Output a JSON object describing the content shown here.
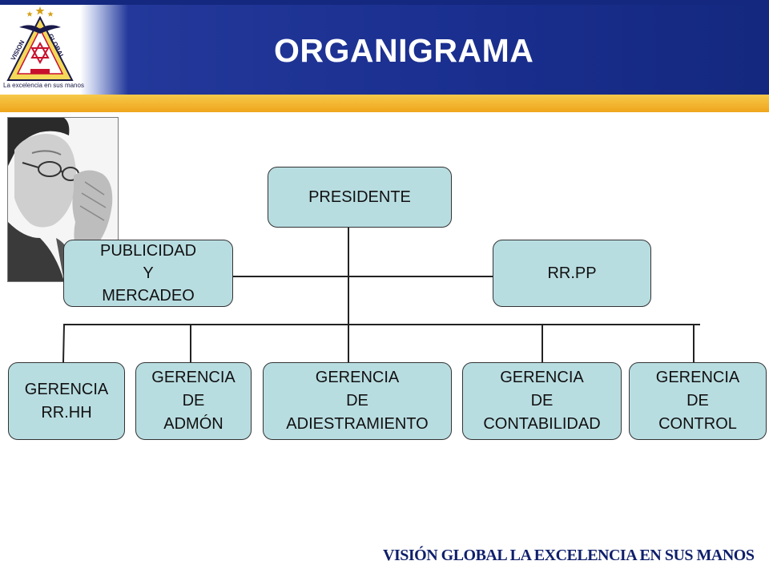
{
  "header": {
    "title": "ORGANIGRAMA"
  },
  "logo": {
    "word_left": "VISION",
    "word_right": "GLOBAL",
    "caption": "La excelencia en sus manos"
  },
  "org": {
    "president": "PRESIDENTE",
    "staff_left": [
      "PUBLICIDAD",
      "Y",
      "MERCADEO"
    ],
    "staff_right": [
      "RR.PP"
    ],
    "departments": [
      [
        "GERENCIA",
        "RR.HH"
      ],
      [
        "GERENCIA",
        "DE",
        "ADMÓN"
      ],
      [
        "GERENCIA",
        "DE",
        "ADIESTRAMIENTO"
      ],
      [
        "GERENCIA",
        "DE",
        "CONTABILIDAD"
      ],
      [
        "GERENCIA",
        "DE",
        "CONTROL"
      ]
    ]
  },
  "footer": {
    "text": "VISIÓN GLOBAL LA EXCELENCIA EN SUS MANOS"
  },
  "colors": {
    "header_blue": "#1a2f8f",
    "accent_orange": "#f0a51c",
    "box_fill": "#b8dde1"
  }
}
